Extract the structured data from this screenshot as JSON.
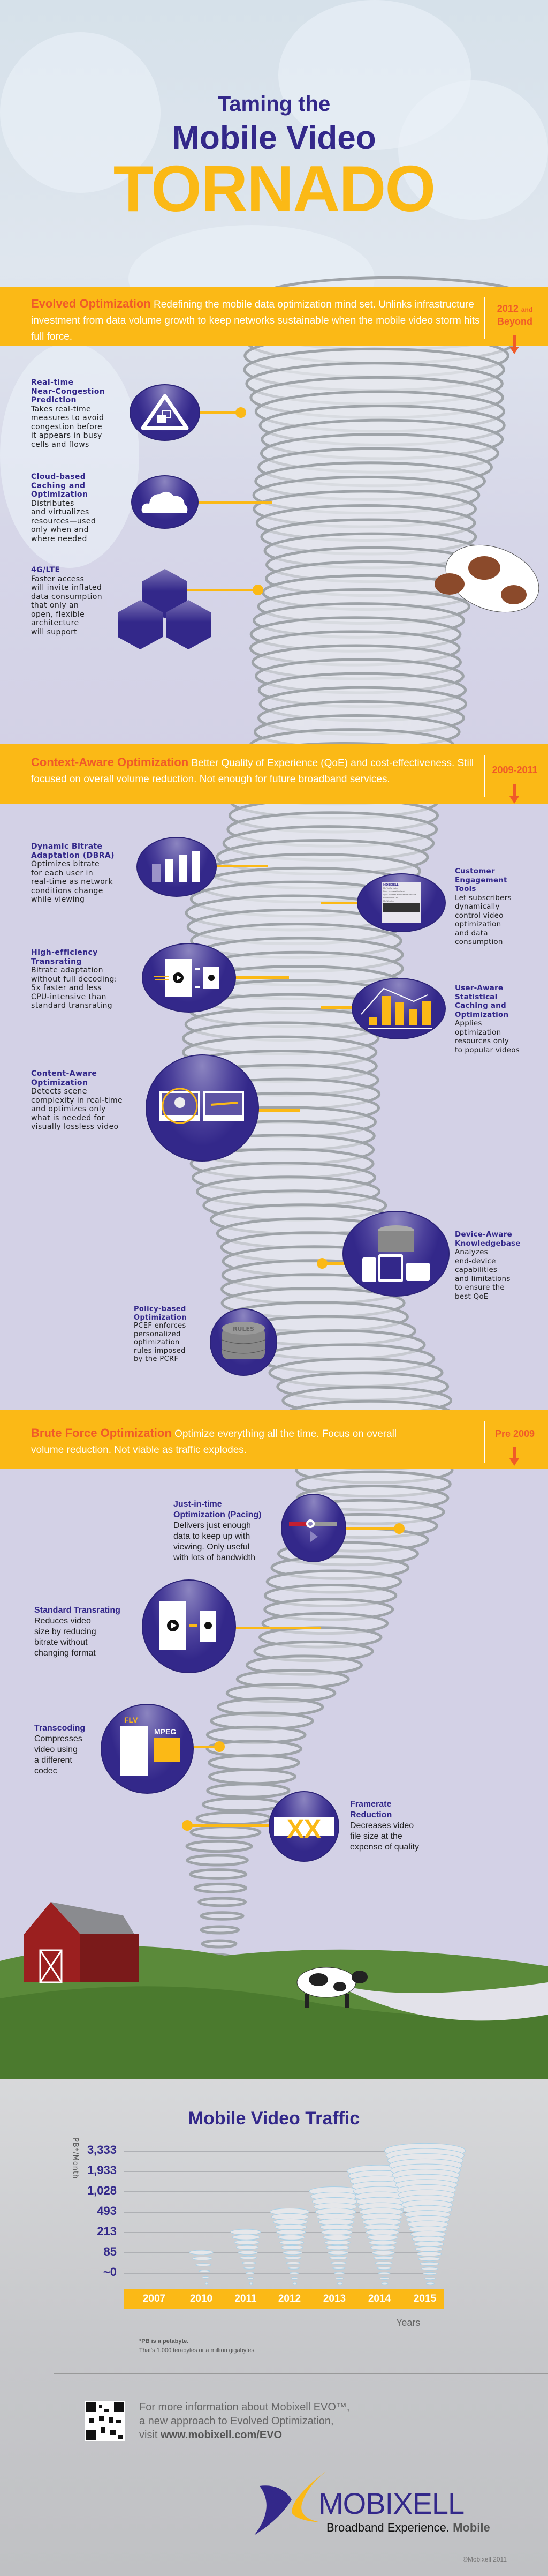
{
  "header": {
    "line1": "Taming the",
    "line2": "Mobile Video",
    "line3": "TORNADO"
  },
  "colors": {
    "purple": "#33288a",
    "yellow": "#fbb916",
    "orange": "#f05a28",
    "lavender": "#d3d1e6"
  },
  "sections": [
    {
      "title": "Evolved Optimization",
      "text": "Redefining the mobile data optimization mind set. Unlinks infrastructure investment from data volume growth to keep networks sustainable when the mobile video storm hits full force.",
      "period": "2012",
      "period_small": "and",
      "period_line2": "Beyond",
      "items": [
        {
          "title": "Real-time\nNear-Congestion\nPrediction",
          "desc": "Takes real-time\nmeasures to avoid\ncongestion before\nit appears in busy\ncells and flows",
          "icon": "traffic-warning-icon"
        },
        {
          "title": "Cloud-based\nCaching and\nOptimization",
          "desc": "Distributes\nand virtualizes\nresources—used\nonly when and\nwhere needed",
          "icon": "cloud-icon"
        },
        {
          "title": "4G/LTE",
          "desc": "Faster access\nwill invite inflated\ndata consumption\nthat only an\nopen, flexible\narchitecture\nwill support",
          "icon": "cell-tower-icon"
        }
      ]
    },
    {
      "title": "Context-Aware Optimization",
      "text": "Better Quality of Experience (QoE) and cost-effectiveness. Still focused on overall volume reduction. Not enough for future broadband services.",
      "period": "2009-2011",
      "items": [
        {
          "title": "Dynamic Bitrate\nAdaptation (DBRA)",
          "desc": "Optimizes bitrate\nfor each user in\nreal-time as network\nconditions change\nwhile viewing",
          "icon": "bitrate-bars-icon"
        },
        {
          "title": "Customer\nEngagement\nTools",
          "desc": "Let subscribers\ndynamically\ncontrol video\noptimization\nand data\nconsumption",
          "icon": "phone-app-icon",
          "screen": {
            "brand": "MOBIXELL",
            "rows": [
              "My Traffic Meter",
              "Data Acceleration level",
              "Apps Updates are Enabled! Disable | Blocked SW List",
              "My Weather"
            ]
          }
        },
        {
          "title": "High-efficiency\nTransrating",
          "desc": "Bitrate adaptation\nwithout full decoding:\n5x faster and less\nCPU-intensive than\nstandard transrating",
          "icon": "film-transrate-icon"
        },
        {
          "title": "User-Aware\nStatistical\nCaching and\nOptimization",
          "desc": "Applies\noptimization\nresources only\nto popular videos",
          "icon": "bar-chart-trend-icon"
        },
        {
          "title": "Content-Aware\nOptimization",
          "desc": "Detects scene\ncomplexity in real-time\nand optimizes only\nwhat is needed for\nvisually lossless video",
          "icon": "scene-frames-icon"
        },
        {
          "title": "Device-Aware\nKnowledgebase",
          "desc": "Analyzes\nend-device\ncapabilities\nand limitations\nto ensure the\nbest QoE",
          "icon": "devices-database-icon"
        },
        {
          "title": "Policy-based\nOptimization",
          "desc": "PCEF enforces\npersonalized\noptimization\nrules imposed\nby the PCRF",
          "icon": "rules-database-icon",
          "label": "RULES"
        }
      ]
    },
    {
      "title": "Brute Force Optimization",
      "text": "Optimize everything all the time. Focus on overall volume reduction. Not viable as traffic explodes.",
      "period": "Pre 2009",
      "items": [
        {
          "title": "Just-in-time\nOptimization (Pacing)",
          "desc": "Delivers just enough\ndata to keep up with\nviewing. Only useful\nwith lots of bandwidth",
          "icon": "progress-bar-icon"
        },
        {
          "title": "Standard Transrating",
          "desc": "Reduces video\nsize by reducing\nbitrate without\nchanging format",
          "icon": "film-shrink-icon"
        },
        {
          "title": "Transcoding",
          "desc": "Compresses\nvideo using\na different\ncodec",
          "icon": "codec-convert-icon",
          "from": "FLV",
          "to": "MPEG"
        },
        {
          "title": "Framerate\nReduction",
          "desc": "Decreases video\nfile size at the\nexpense of quality",
          "icon": "dropped-frames-icon"
        }
      ]
    }
  ],
  "chart_data": {
    "type": "bar",
    "title": "Mobile Video Traffic",
    "ylabel": "PB*/Month",
    "xlabel": "Years",
    "categories": [
      "2007",
      "2010",
      "2011",
      "2012",
      "2013",
      "2014",
      "2015"
    ],
    "values": [
      0,
      85,
      213,
      493,
      1028,
      1933,
      3333
    ],
    "yticks": [
      "~0",
      "85",
      "213",
      "493",
      "1,028",
      "1,933",
      "3,333"
    ],
    "ytick_values": [
      0,
      85,
      213,
      493,
      1028,
      1933,
      3333
    ],
    "grid": true,
    "footnote1": "*PB is a petabyte.",
    "footnote2": "That's 1,000 terabytes or a million gigabytes."
  },
  "footer": {
    "line1": "For more information about Mobixell EVO™,",
    "line2": "a new approach to Evolved Optimization,",
    "line3_prefix": "visit ",
    "url": "www.mobixell.com/EVO",
    "logo": "MOBIXELL",
    "tagline": "Broadband Experience.",
    "tagline_bold": "Mobile",
    "copyright": "©Mobixell 2011"
  }
}
